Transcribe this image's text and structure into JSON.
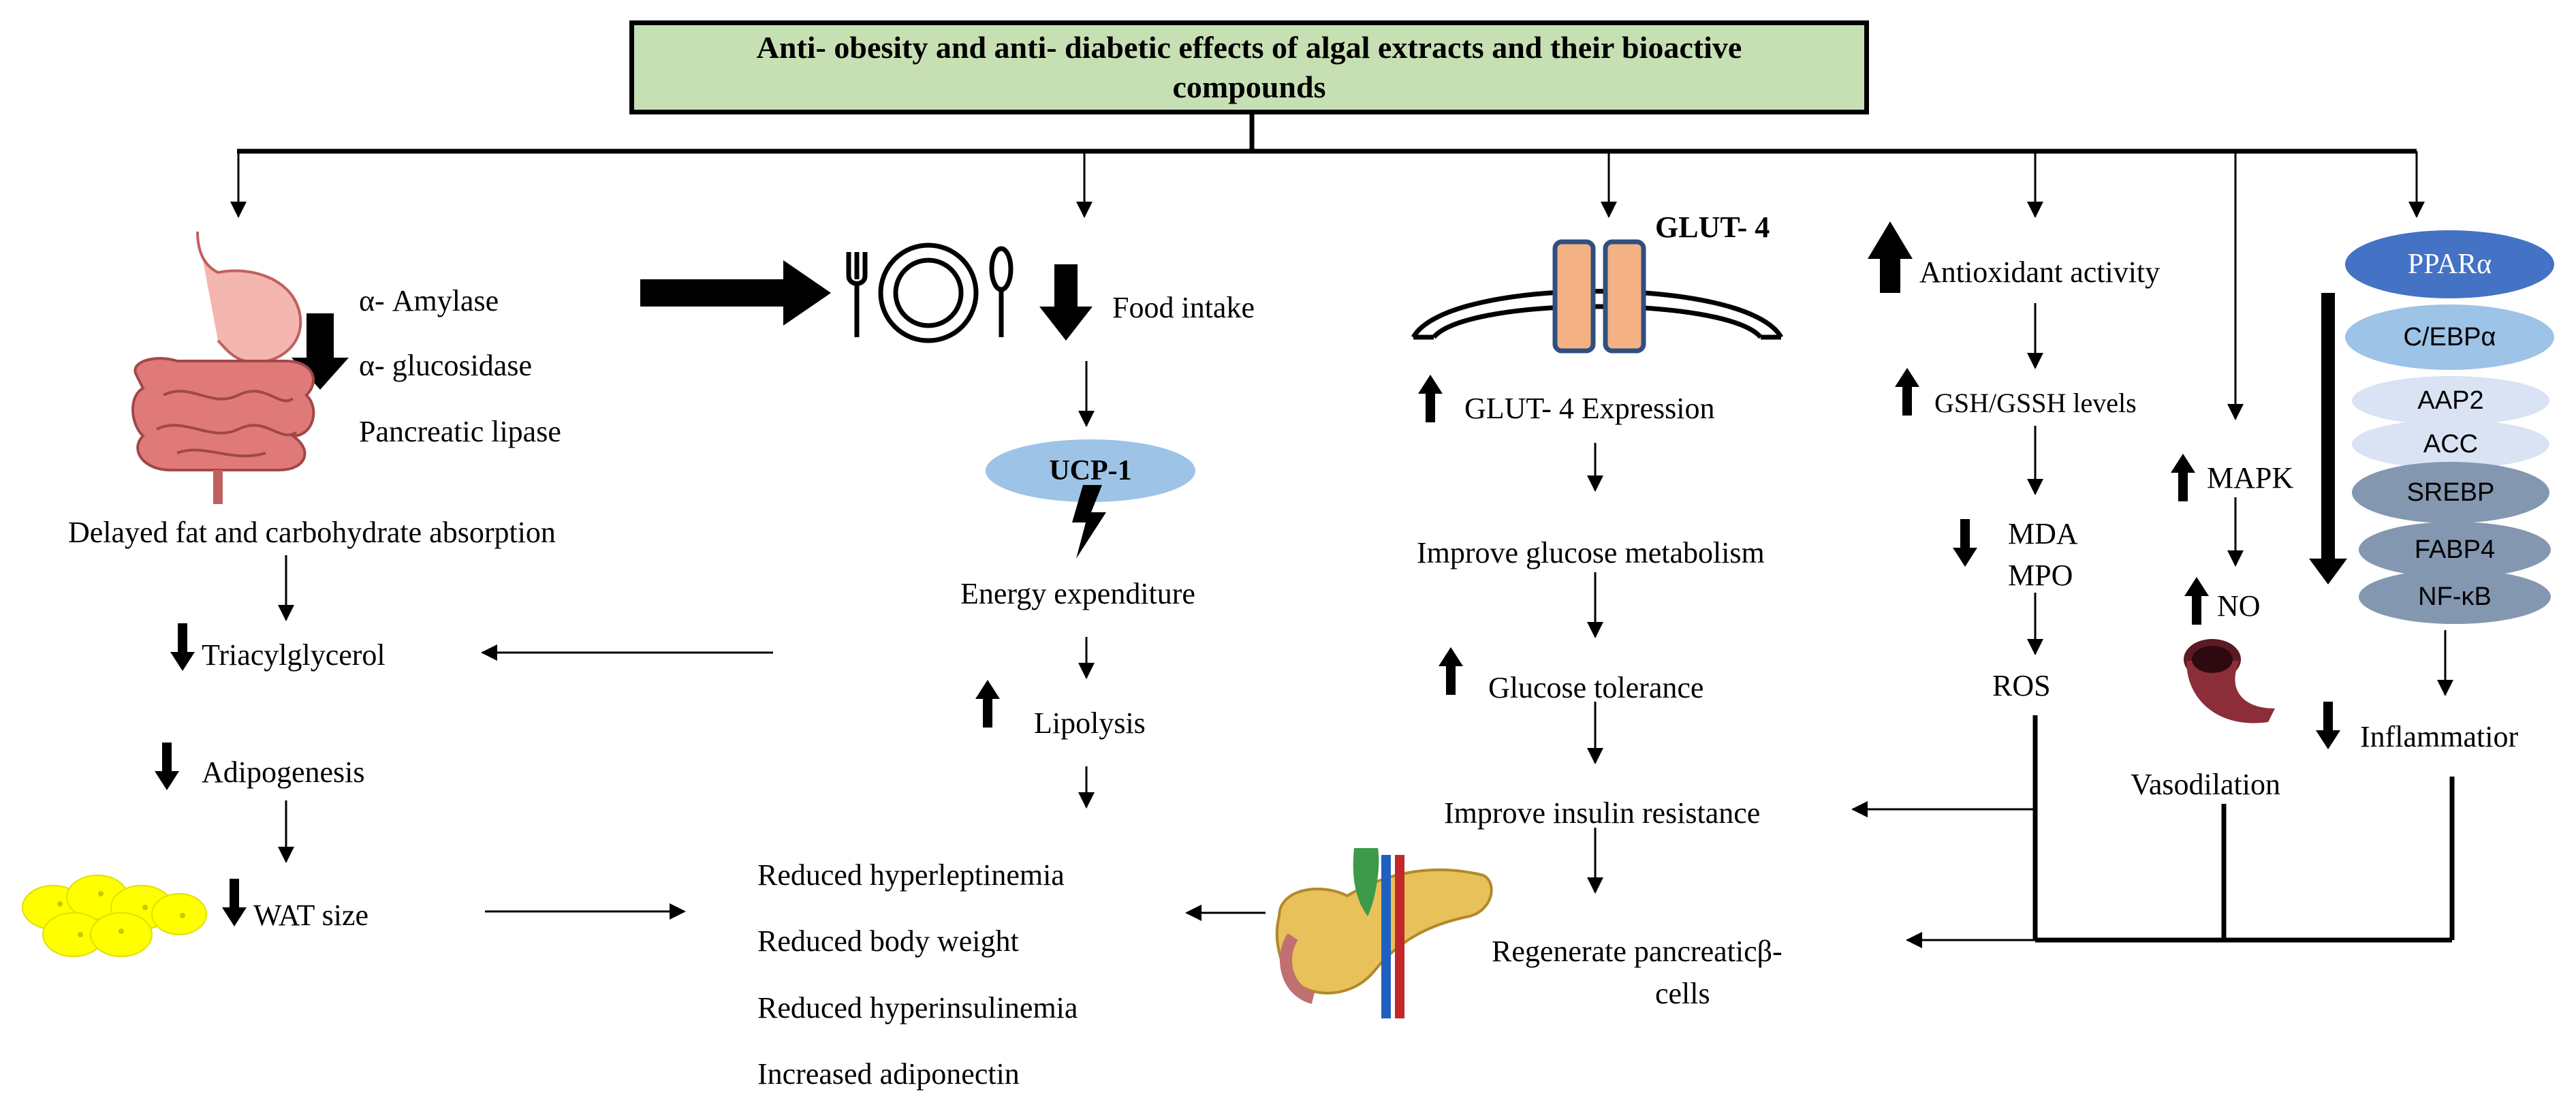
{
  "title": "Anti- obesity and anti- diabetic effects of algal extracts and their bioactive compounds",
  "digestion": {
    "enzymes": [
      "α- Amylase",
      "α- glucosidase",
      "Pancreatic lipase"
    ],
    "delayed_absorption": "Delayed fat and carbohydrate absorption",
    "triacylglycerol": "Triacylglycerol",
    "adipogenesis": "Adipogenesis",
    "wat_size": "WAT size"
  },
  "energy": {
    "food_intake": "Food intake",
    "ucp1": "UCP-1",
    "energy_expenditure": "Energy expenditure",
    "lipolysis": "Lipolysis"
  },
  "outcomes": [
    "Reduced hyperleptinemia",
    "Reduced body weight",
    "Reduced hyperinsulinemia",
    "Increased adiponectin"
  ],
  "glucose": {
    "glut4_label": "GLUT- 4",
    "glut4_expression": "GLUT- 4 Expression",
    "improve_glucose_metabolism": "Improve glucose metabolism",
    "glucose_tolerance": "Glucose tolerance",
    "improve_insulin_resistance": "Improve insulin resistance",
    "regenerate_line1": "Regenerate pancreaticβ-",
    "regenerate_line2": "cells"
  },
  "oxidative": {
    "antioxidant_activity": "Antioxidant activity",
    "gsh_levels": "GSH/GSSH levels",
    "mda": "MDA",
    "mpo": "MPO",
    "ros": "ROS"
  },
  "vascular": {
    "mapk": "MAPK",
    "no": "NO",
    "vasodilation": "Vasodilation"
  },
  "transcription": {
    "factors": [
      "PPARα",
      "C/EBPα",
      "AAP2",
      "ACC",
      "SREBP",
      "FABP4",
      "NF-κB"
    ],
    "inflammation": "Inflammatior"
  },
  "colors": {
    "title_fill": "#c6e0b4",
    "ppar": "#4472c4",
    "cebp": "#9dc3e6",
    "aap2_acc": "#dae3f3",
    "srebp_fabp4_nfkb": "#8497b0",
    "ucp1": "#9dc3e6",
    "glut4_channel": "#f4b183",
    "fat_cells": "#ffff00"
  }
}
